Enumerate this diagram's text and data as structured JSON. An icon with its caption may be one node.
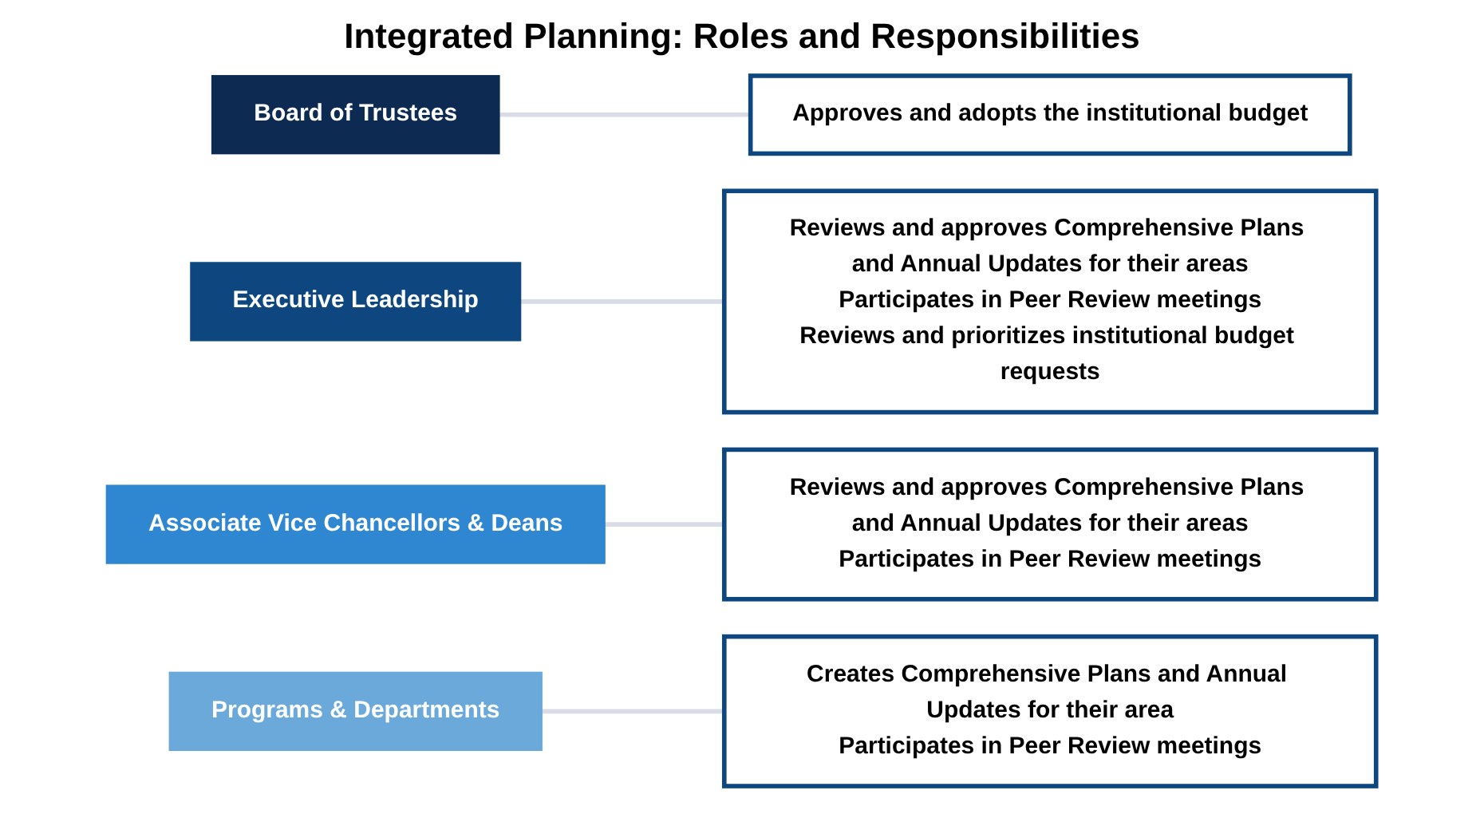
{
  "diagram": {
    "title": "Integrated Planning: Roles and Responsibilities",
    "nodes": [
      {
        "text": [
          "Board of Trustees"
        ]
      },
      {
        "text": [
          "Approves and adopts the institutional budget"
        ]
      },
      {
        "text": [
          "Executive Leadership"
        ]
      },
      {
        "text": [
          "Reviews and approves Comprehensive Plans and Annual Updates for their areas",
          "Participates in Peer Review meetings",
          "Reviews and prioritizes institutional budget requests"
        ]
      },
      {
        "text": [
          "Associate Vice Chancellors & Deans"
        ]
      },
      {
        "text": [
          "Reviews and approves Comprehensive Plans and Annual Updates for their areas",
          "Participates in Peer Review meetings"
        ]
      },
      {
        "text": [
          "Programs & Departments"
        ]
      },
      {
        "text": [
          "Creates Comprehensive Plans and Annual Updates for their area",
          "Participates in Peer Review meetings"
        ]
      }
    ],
    "edges": [
      {
        "from": 0,
        "to": 1,
        "arrow": "none"
      },
      {
        "from": 2,
        "to": 3,
        "arrow": "none"
      },
      {
        "from": 4,
        "to": 5,
        "arrow": "none"
      },
      {
        "from": 6,
        "to": 7,
        "arrow": "none"
      }
    ]
  }
}
